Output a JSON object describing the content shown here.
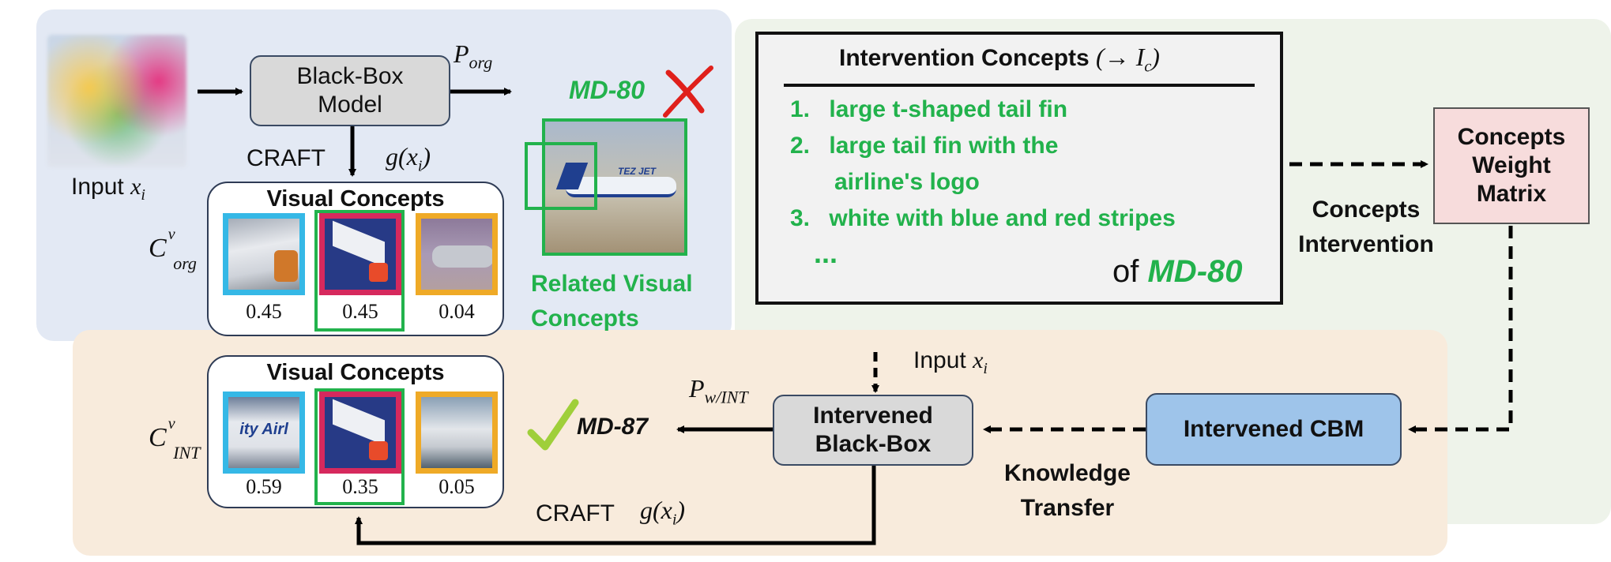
{
  "top": {
    "input_label": "Input",
    "input_var": "x",
    "input_sub": "i",
    "blackbox_line1": "Black-Box",
    "blackbox_line2": "Model",
    "p_org": "P",
    "p_org_sub": "org",
    "craft": "CRAFT",
    "g_xi": "g(x",
    "g_xi_sub": "i",
    "g_xi_close": ")",
    "md80": "MD-80",
    "related_line1": "Related Visual",
    "related_line2": "Concepts",
    "visual_concepts_title": "Visual Concepts",
    "c_label": "C",
    "c_sup": "v",
    "c_sub": "org",
    "scores": [
      "0.45",
      "0.45",
      "0.04"
    ]
  },
  "intervention": {
    "title": "Intervention Concepts",
    "title_math": "(→ I",
    "title_math_sub": "c",
    "title_math_close": ")",
    "items": [
      {
        "num": "1.",
        "text": "large t-shaped  tail fin"
      },
      {
        "num": "2.",
        "text": "large tail fin with the"
      },
      {
        "num": "",
        "text": "airline's logo"
      },
      {
        "num": "3.",
        "text": "white with blue and red stripes"
      }
    ],
    "ellipsis": "...",
    "of_label": "of",
    "of_class": "MD-80"
  },
  "weight_matrix": {
    "line1": "Concepts",
    "line2": "Weight",
    "line3": "Matrix"
  },
  "concepts_intervention": {
    "line1": "Concepts",
    "line2": "Intervention"
  },
  "bottom": {
    "input_label": "Input",
    "input_var": "x",
    "input_sub": "i",
    "p_w": "P",
    "p_w_sub": "w/INT",
    "intervened_line1": "Intervened",
    "intervened_line2": "Black-Box",
    "cbm": "Intervened CBM",
    "knowledge_line1": "Knowledge",
    "knowledge_line2": "Transfer",
    "md87": "MD-87",
    "craft": "CRAFT",
    "g_xi": "g(x",
    "g_xi_sub": "i",
    "g_xi_close": ")",
    "visual_concepts_title": "Visual Concepts",
    "c_label": "C",
    "c_sup": "v",
    "c_sub": "INT",
    "scores": [
      "0.59",
      "0.35",
      "0.05"
    ],
    "thumb_text": "ity Airl"
  },
  "thumb_tail_text": "TEZ JET",
  "colors": {
    "green": "#22b24c",
    "cyan": "#35b8e6",
    "crimson": "#d6295d",
    "orange": "#efaa27",
    "cbm_blue": "#9ec4ea",
    "matrix_pink": "#f7dcdc",
    "red_x": "#e0201b"
  }
}
